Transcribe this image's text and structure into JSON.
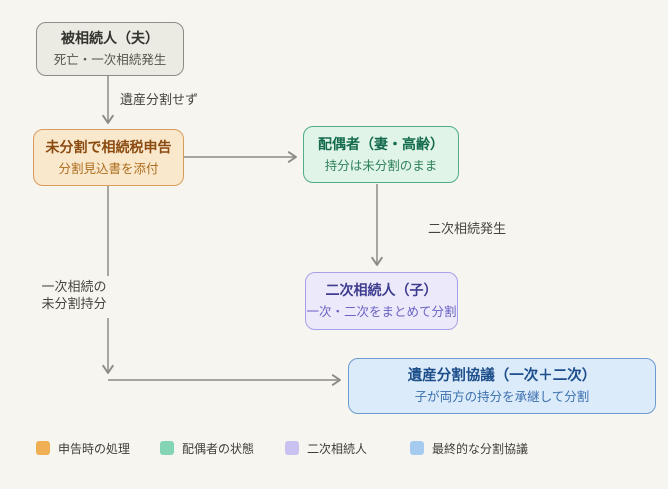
{
  "canvas": {
    "background": "#f7f5ef"
  },
  "nodes": {
    "deceased": {
      "title": "被相続人（夫）",
      "subtitle": "死亡・一次相続発生",
      "fill": "#ebebe3",
      "border": "#8d8d85"
    },
    "filing": {
      "title": "未分割で相続税申告",
      "subtitle": "分割見込書を添付",
      "fill": "#fae8cc",
      "border": "#d89c5c"
    },
    "spouse": {
      "title": "配偶者（妻・高齢）",
      "subtitle": "持分は未分割のまま",
      "fill": "#e0f4e8",
      "border": "#4fae85"
    },
    "heir": {
      "title": "二次相続人（子）",
      "subtitle": "一次・二次をまとめて分割",
      "fill": "#eceafa",
      "border": "#a79fe8"
    },
    "agreement": {
      "title": "遺産分割協議（一次＋二次）",
      "subtitle": "子が両方の持分を承継して分割",
      "fill": "#dcebfa",
      "border": "#6c9bd2"
    }
  },
  "edges": {
    "line_color": "#8c8c85",
    "no_division_label": "遺産分割せず",
    "secondary_label": "二次相続発生",
    "undivided_label": "一次相続の\n未分割持分"
  },
  "legend": {
    "items": [
      {
        "label": "申告時の処理",
        "color": "#f0ae55"
      },
      {
        "label": "配偶者の状態",
        "color": "#82d4b4"
      },
      {
        "label": "二次相続人",
        "color": "#c9c2f0"
      },
      {
        "label": "最終的な分割協議",
        "color": "#a5cbf0"
      }
    ]
  }
}
